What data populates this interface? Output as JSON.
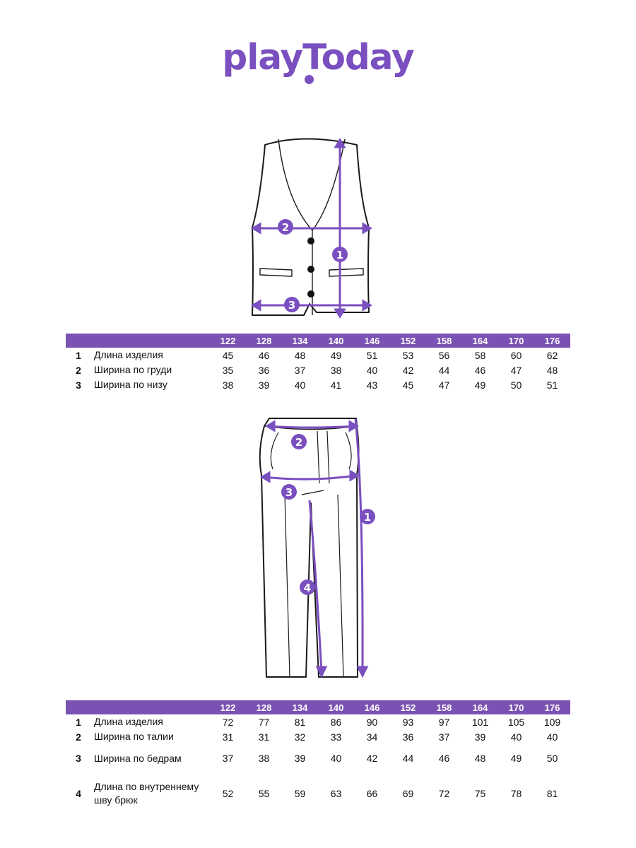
{
  "brand": {
    "name": "playToday",
    "accent": "#7a4fbf"
  },
  "vest": {
    "markers": [
      "1",
      "2",
      "3"
    ],
    "table": {
      "sizes": [
        "122",
        "128",
        "134",
        "140",
        "146",
        "152",
        "158",
        "164",
        "170",
        "176"
      ],
      "rows": [
        {
          "num": "1",
          "name": "Длина изделия",
          "values": [
            "45",
            "46",
            "48",
            "49",
            "51",
            "53",
            "56",
            "58",
            "60",
            "62"
          ]
        },
        {
          "num": "2",
          "name": "Ширина по груди",
          "values": [
            "35",
            "36",
            "37",
            "38",
            "40",
            "42",
            "44",
            "46",
            "47",
            "48"
          ]
        },
        {
          "num": "3",
          "name": "Ширина по низу",
          "values": [
            "38",
            "39",
            "40",
            "41",
            "43",
            "45",
            "47",
            "49",
            "50",
            "51"
          ]
        }
      ]
    }
  },
  "trousers": {
    "markers": [
      "1",
      "2",
      "3",
      "4"
    ],
    "table": {
      "sizes": [
        "122",
        "128",
        "134",
        "140",
        "146",
        "152",
        "158",
        "164",
        "170",
        "176"
      ],
      "rows": [
        {
          "num": "1",
          "name": "Длина изделия",
          "values": [
            "72",
            "77",
            "81",
            "86",
            "90",
            "93",
            "97",
            "101",
            "105",
            "109"
          ]
        },
        {
          "num": "2",
          "name": "Ширина по талии",
          "values": [
            "31",
            "31",
            "32",
            "33",
            "34",
            "36",
            "37",
            "39",
            "40",
            "40"
          ]
        },
        {
          "num": "3",
          "name": "Ширина по бедрам",
          "values": [
            "37",
            "38",
            "39",
            "40",
            "42",
            "44",
            "46",
            "48",
            "49",
            "50"
          ]
        },
        {
          "num": "4",
          "name": "Длина по внутреннему шву брюк",
          "values": [
            "52",
            "55",
            "59",
            "63",
            "66",
            "69",
            "72",
            "75",
            "78",
            "81"
          ]
        }
      ]
    }
  }
}
